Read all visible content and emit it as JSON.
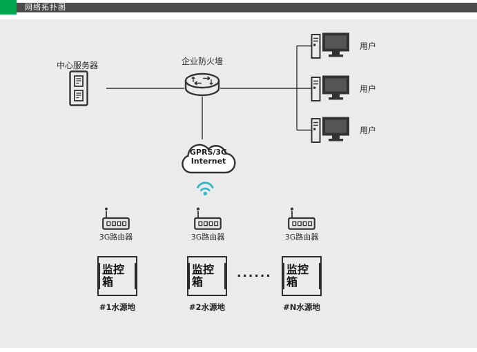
{
  "header": {
    "title": "网络拓扑图"
  },
  "nodes": {
    "server_label": "中心服务器",
    "firewall_label": "企业防火墙",
    "user_labels": [
      "用户",
      "用户",
      "用户"
    ],
    "cloud_line1": "GPRS/3G",
    "cloud_line2": "Internet",
    "router_labels": [
      "3G路由器",
      "3G路由器",
      "3G路由器"
    ],
    "box_labels": [
      "监控箱",
      "监控箱",
      "监控箱"
    ],
    "site_labels": [
      "#1水源地",
      "#2水源地",
      "#N水源地"
    ],
    "ellipsis": "......"
  },
  "colors": {
    "accent_green": "#00a64f",
    "header_bar": "#4b4b4b",
    "background": "#ebebeb",
    "line": "#333333",
    "wifi": "#3ab5c6"
  }
}
